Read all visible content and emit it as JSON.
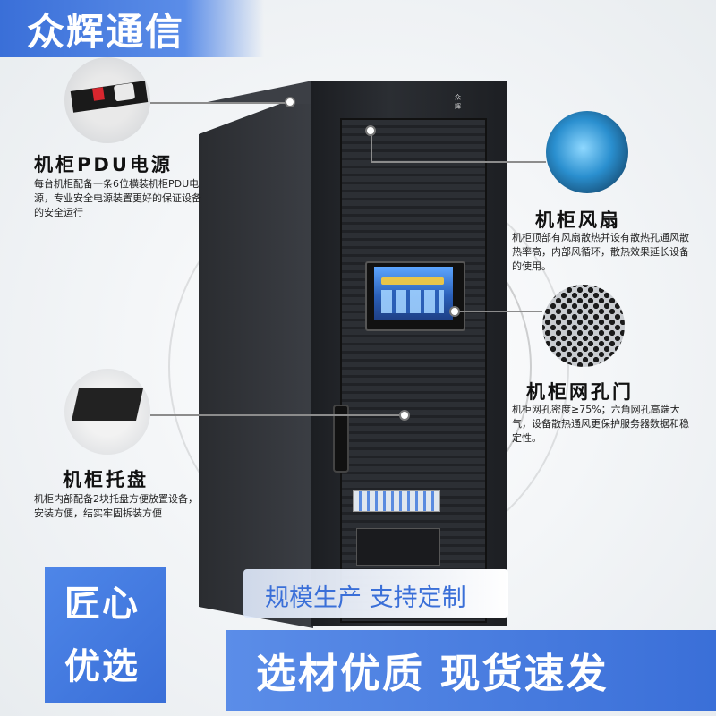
{
  "brand": {
    "name": "众辉通信"
  },
  "cabinet": {
    "logo_text": "众辉"
  },
  "features": {
    "pdu": {
      "title": "机柜PDU电源",
      "desc": "每台机柜配备一条6位横装机柜PDU电源，专业安全电源装置更好的保证设备的安全运行"
    },
    "fan": {
      "title": "机柜风扇",
      "desc": "机柜顶部有风扇散热并设有散热孔通风散热率高，内部风循环，散热效果延长设备的使用。"
    },
    "mesh_door": {
      "title": "机柜网孔门",
      "desc": "机柜网孔密度≥75%；六角网孔高端大气，设备散热通风更保护服务器数据和稳定性。"
    },
    "tray": {
      "title": "机柜托盘",
      "desc": "机柜内部配备2块托盘方便放置设备，安装方便，结实牢固拆装方便"
    }
  },
  "banners": {
    "craft_line1": "匠心",
    "craft_line2": "优选",
    "tag_top": "规模生产 支持定制",
    "tag_bottom": "选材优质 现货速发"
  },
  "colors": {
    "accent": "#3a6fd8",
    "accent_light": "#5b8de8"
  }
}
